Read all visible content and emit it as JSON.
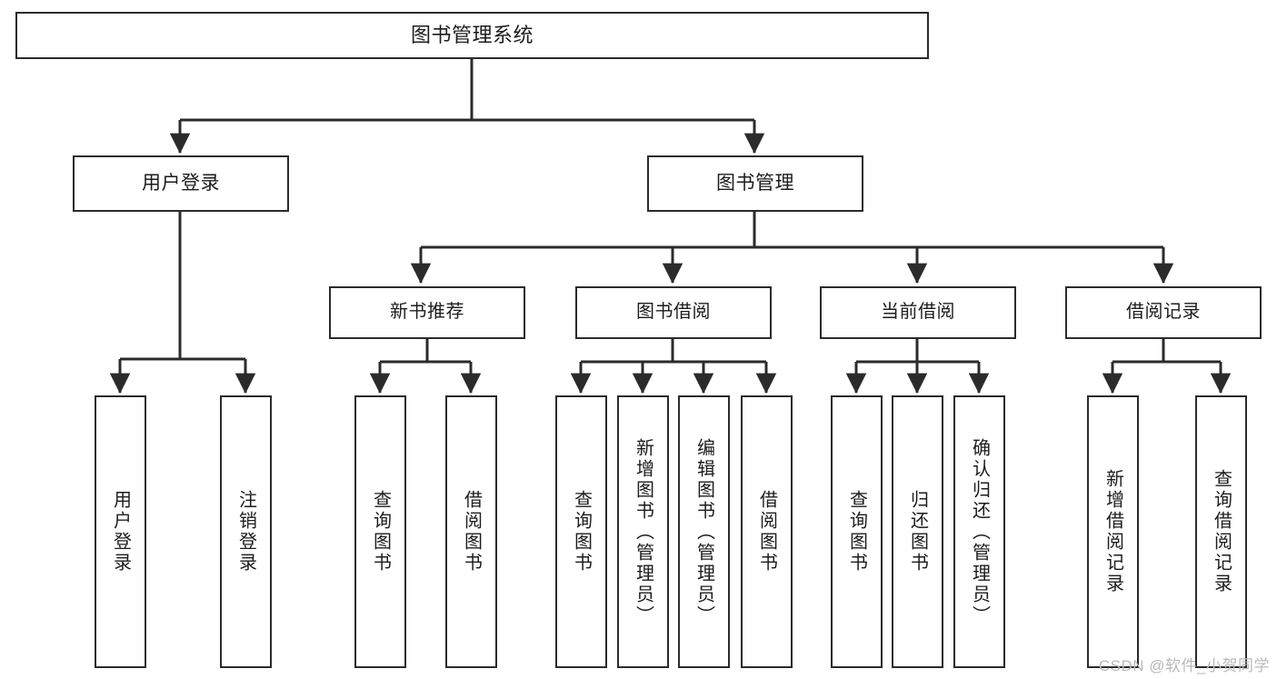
{
  "diagram": {
    "type": "tree-hierarchy",
    "title": "图书管理系统",
    "orientation": "top-down",
    "colors": {
      "background": "#ffffff",
      "node_border": "#2b2b2b",
      "node_fill": "#ffffff",
      "connector": "#2b2b2b",
      "text": "#1c1c1c",
      "watermark": "#b9b9b9"
    },
    "root": {
      "label": "图书管理系统"
    },
    "level2": [
      {
        "label": "用户登录"
      },
      {
        "label": "图书管理"
      }
    ],
    "level3": [
      {
        "label": "新书推荐"
      },
      {
        "label": "图书借阅"
      },
      {
        "label": "当前借阅"
      },
      {
        "label": "借阅记录"
      }
    ],
    "leaves": {
      "user_login": [
        {
          "label": "用户登录"
        },
        {
          "label": "注销登录"
        }
      ],
      "new_book_recommend": [
        {
          "label": "查询图书"
        },
        {
          "label": "借阅图书"
        }
      ],
      "book_borrow": [
        {
          "label": "查询图书"
        },
        {
          "label": "新增图书（管理员）"
        },
        {
          "label": "编辑图书（管理员）"
        },
        {
          "label": "借阅图书"
        }
      ],
      "current_borrow": [
        {
          "label": "查询图书"
        },
        {
          "label": "归还图书"
        },
        {
          "label": "确认归还（管理员）"
        }
      ],
      "borrow_record": [
        {
          "label": "新增借阅记录"
        },
        {
          "label": "查询借阅记录"
        }
      ]
    },
    "watermark": "CSDN @软件_小贺同学"
  }
}
